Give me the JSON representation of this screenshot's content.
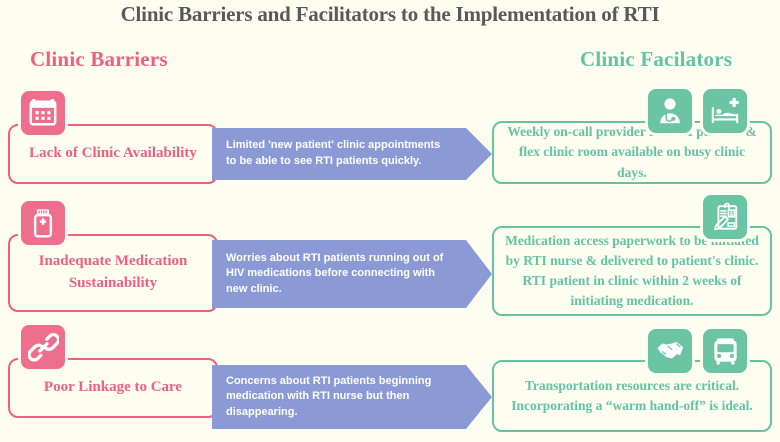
{
  "title": "Clinic Barriers and Facilitators to the Implementation of RTI",
  "columns": {
    "left_heading": "Clinic Barriers",
    "right_heading": "Clinic Facilators"
  },
  "colors": {
    "background": "#fdfdf0",
    "title": "#58595b",
    "barrier_pink": "#ef5f84",
    "icon_pink": "#ef6d8d",
    "facilitator_green": "#63c3a4",
    "icon_green": "#6bc5a4",
    "arrow_purple": "#8b9ad4",
    "icon_glyph": "#ffffff"
  },
  "rows": [
    {
      "barrier_icon": "calendar-icon",
      "barrier_label": "Lack of  Clinic Availability",
      "arrow_lines": [
        "Limited 'new patient' clinic appointments",
        "to be able to see RTI patients quickly."
      ],
      "facilitator_icons": [
        "doctor-icon",
        "hospital-bed-icon"
      ],
      "facilitator_lines": [
        "Weekly on-call provider for RTI patients &",
        "flex clinic room available on busy clinic days."
      ]
    },
    {
      "barrier_icon": "pill-bottle-icon",
      "barrier_label": "Inadequate Medication Sustainability",
      "arrow_lines": [
        "Worries about RTI patients running out of",
        "HIV medications before connecting with",
        "new clinic."
      ],
      "facilitator_icons": [
        "paperwork-icon"
      ],
      "facilitator_lines": [
        "Medication access paperwork to be initiated",
        "by RTI nurse & delivered to patient's clinic.",
        "RTI patient in clinic within 2 weeks of",
        "initiating medication."
      ]
    },
    {
      "barrier_icon": "chain-link-icon",
      "barrier_label": "Poor Linkage to Care",
      "arrow_lines": [
        "Concerns about RTI patients beginning",
        "medication with RTI nurse but then",
        "disappearing."
      ],
      "facilitator_icons": [
        "handshake-icon",
        "bus-icon"
      ],
      "facilitator_lines": [
        "Transportation resources  are critical.",
        "Incorporating a “warm hand-off”  is ideal."
      ]
    }
  ]
}
